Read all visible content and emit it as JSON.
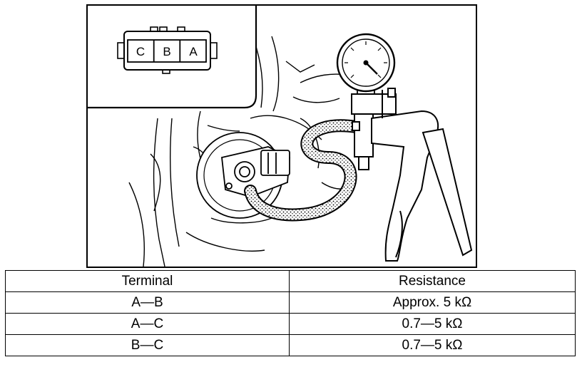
{
  "connector": {
    "pins": [
      "C",
      "B",
      "A"
    ]
  },
  "table": {
    "headers": [
      "Terminal",
      "Resistance"
    ],
    "rows": [
      [
        "A—B",
        "Approx. 5 kΩ"
      ],
      [
        "A—C",
        "0.7—5 kΩ"
      ],
      [
        "B—C",
        "0.7—5 kΩ"
      ]
    ]
  }
}
